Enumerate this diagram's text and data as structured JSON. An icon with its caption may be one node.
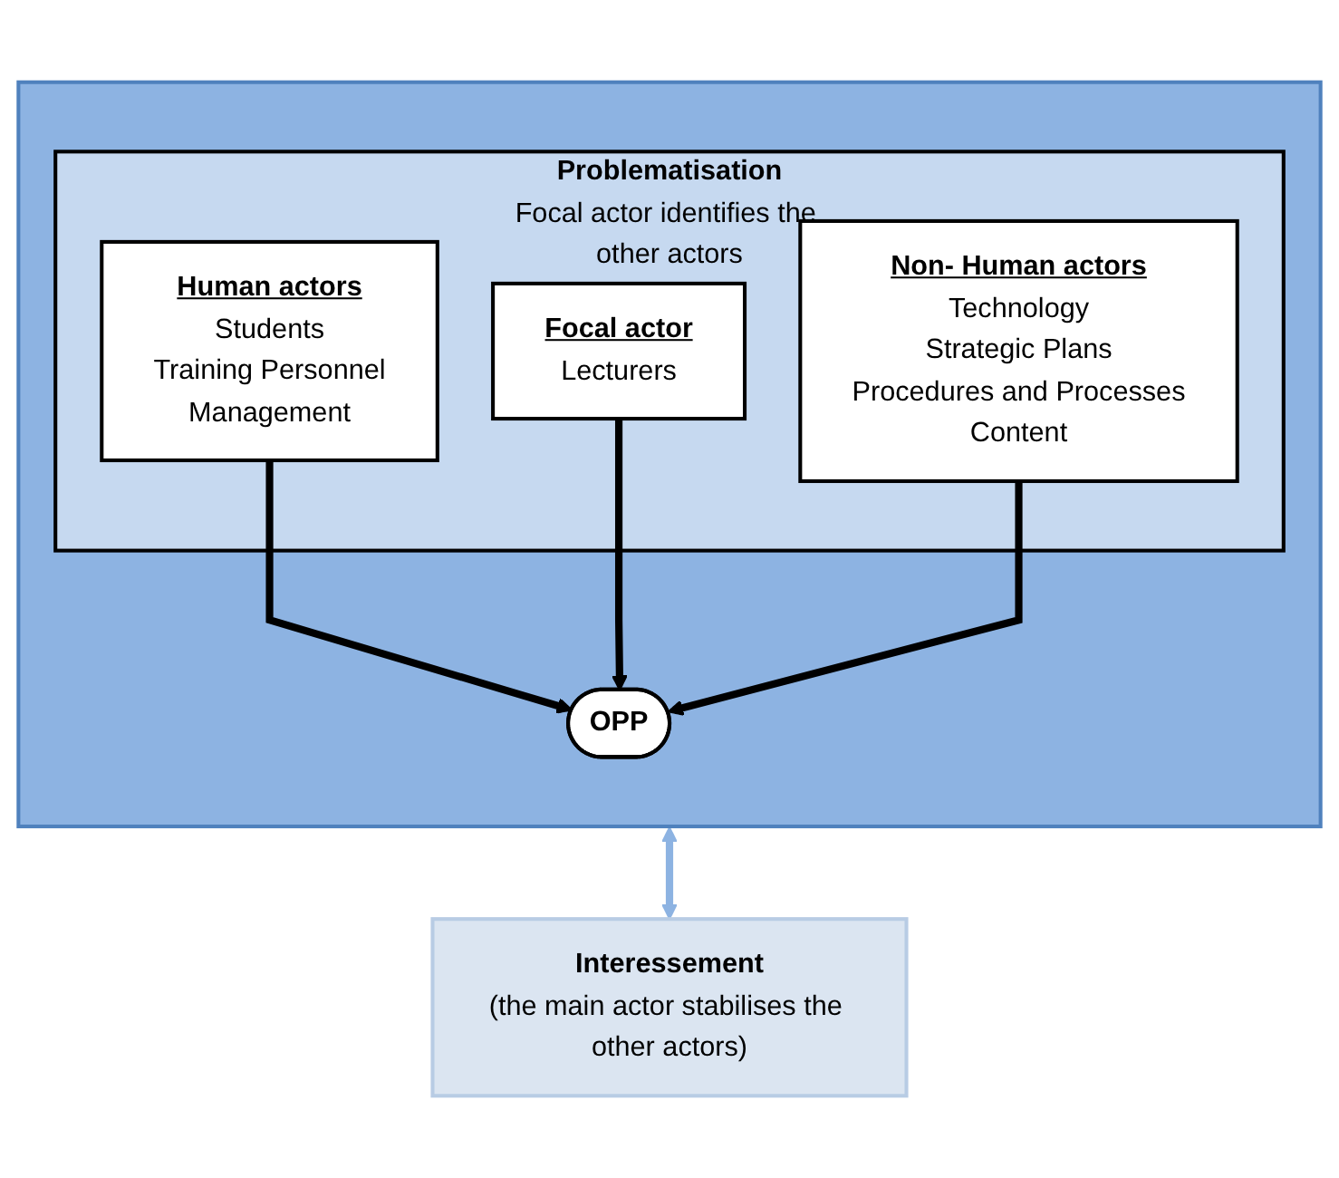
{
  "diagram": {
    "nodes": [
      {
        "text": [],
        "shape": "box"
      },
      {
        "text": [
          "Problematisation",
          "Focal actor identifies the other actors"
        ],
        "in": 0
      },
      {
        "text": [
          "Focal actor",
          "Lecturers"
        ],
        "in": 1
      },
      {
        "text": [
          "Human actors",
          "Students",
          "Training Personnel",
          "Management"
        ],
        "in": 1
      },
      {
        "text": [
          "Non- Human actors",
          "Technology",
          "Strategic Plans",
          "Procedures and Processes",
          "Content"
        ],
        "in": 1
      },
      {
        "text": [
          "OPP"
        ],
        "in": 0
      },
      {
        "text": [
          "Interessement",
          "(the main actor stabilises the other actors)"
        ]
      }
    ],
    "edges": [
      {
        "from": 3,
        "to": 5,
        "arrow": "to"
      },
      {
        "from": 2,
        "to": 5,
        "arrow": "to"
      },
      {
        "from": 4,
        "to": 5,
        "arrow": "to"
      },
      {
        "from": 0,
        "to": 6,
        "arrow": "both",
        "color": "#8db3e2"
      }
    ]
  }
}
